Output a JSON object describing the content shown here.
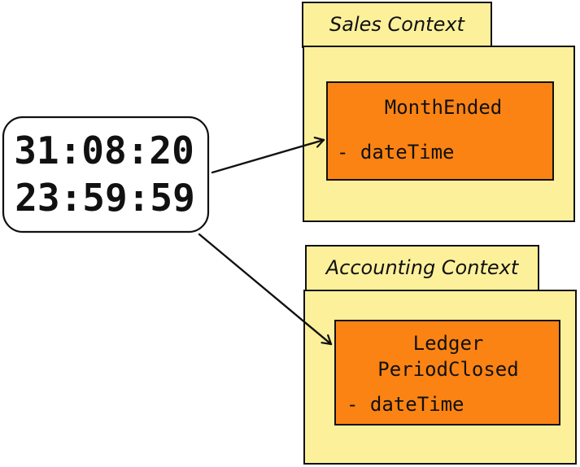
{
  "clock": {
    "date": "31:08:20",
    "time": "23:59:59"
  },
  "contexts": [
    {
      "label": "Sales Context",
      "event": {
        "name_lines": [
          "MonthEnded"
        ],
        "fields": [
          "- dateTime"
        ]
      }
    },
    {
      "label": "Accounting Context",
      "event": {
        "name_lines": [
          "Ledger",
          "PeriodClosed"
        ],
        "fields": [
          "- dateTime"
        ]
      }
    }
  ],
  "colors": {
    "context_fill": "#fdf09b",
    "event_fill": "#fb8313",
    "stroke": "#111111"
  }
}
